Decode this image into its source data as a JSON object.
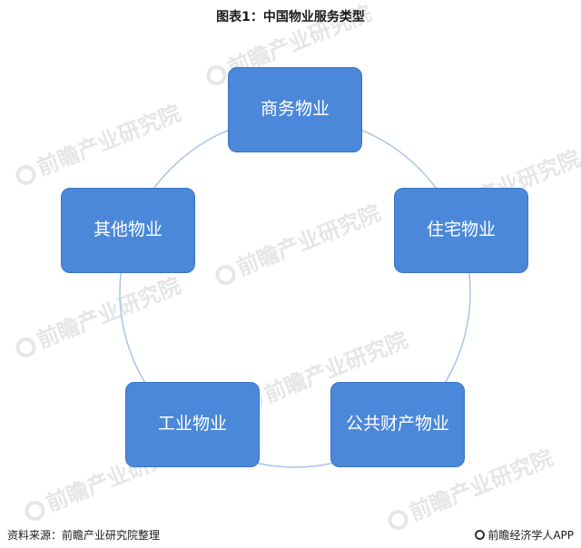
{
  "title": "图表1：中国物业服务类型",
  "nodes": [
    {
      "label": "商务物业"
    },
    {
      "label": "住宅物业"
    },
    {
      "label": "公共财产物业"
    },
    {
      "label": "工业物业"
    },
    {
      "label": "其他物业"
    }
  ],
  "colors": {
    "node_fill": "#4b88d9",
    "ring_stroke": "#a9c4e8"
  },
  "footer": {
    "source": "资料来源：前瞻产业研究院整理",
    "brand": "前瞻经济学人APP"
  },
  "watermark": {
    "text": "前瞻产业研究院"
  }
}
